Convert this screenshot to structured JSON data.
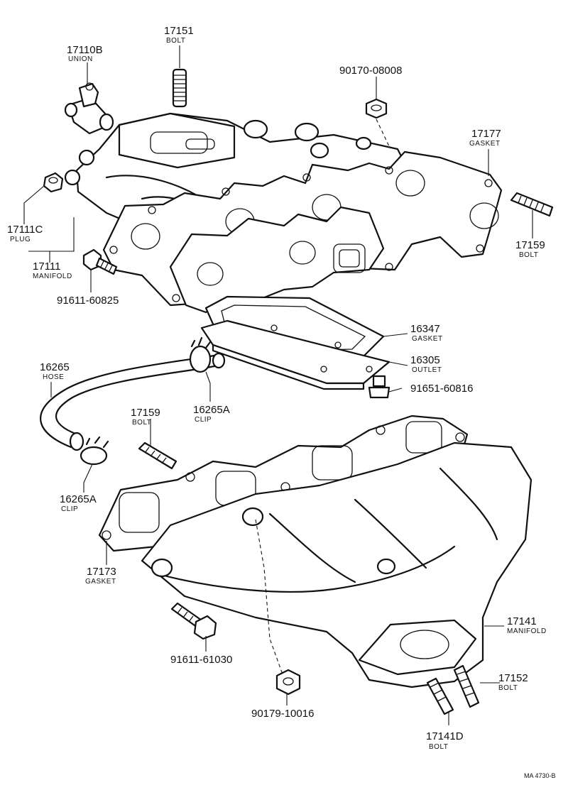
{
  "callouts": {
    "union_17110B": {
      "number": "17110B",
      "label": "UNION"
    },
    "bolt_17151": {
      "number": "17151",
      "label": "BOLT"
    },
    "nut_90170": {
      "number": "90170-08008"
    },
    "gasket_17177": {
      "number": "17177",
      "label": "GASKET"
    },
    "plug_17111C": {
      "number": "17111C",
      "label": "PLUG"
    },
    "manifold_17111": {
      "number": "17111",
      "label": "MANIFOLD"
    },
    "bolt_17159_upper": {
      "number": "17159",
      "label": "BOLT"
    },
    "bolt_91611_60825": {
      "number": "91611-60825"
    },
    "gasket_16347": {
      "number": "16347",
      "label": "GASKET"
    },
    "hose_16265": {
      "number": "16265",
      "label": "HOSE"
    },
    "outlet_16305": {
      "number": "16305",
      "label": "OUTLET"
    },
    "bolt_91651": {
      "number": "91651-60816"
    },
    "clip_16265A_upper": {
      "number": "16265A",
      "label": "CLIP"
    },
    "bolt_17159_lower": {
      "number": "17159",
      "label": "BOLT"
    },
    "clip_16265A_lower": {
      "number": "16265A",
      "label": "CLIP"
    },
    "gasket_17173": {
      "number": "17173",
      "label": "GASKET"
    },
    "manifold_17141": {
      "number": "17141",
      "label": "MANIFOLD"
    },
    "bolt_91611_61030": {
      "number": "91611-61030"
    },
    "bolt_17152": {
      "number": "17152",
      "label": "BOLT"
    },
    "nut_90179": {
      "number": "90179-10016"
    },
    "bolt_17141D": {
      "number": "17141D",
      "label": "BOLT"
    }
  },
  "drawing_code": "MA 4730-B"
}
